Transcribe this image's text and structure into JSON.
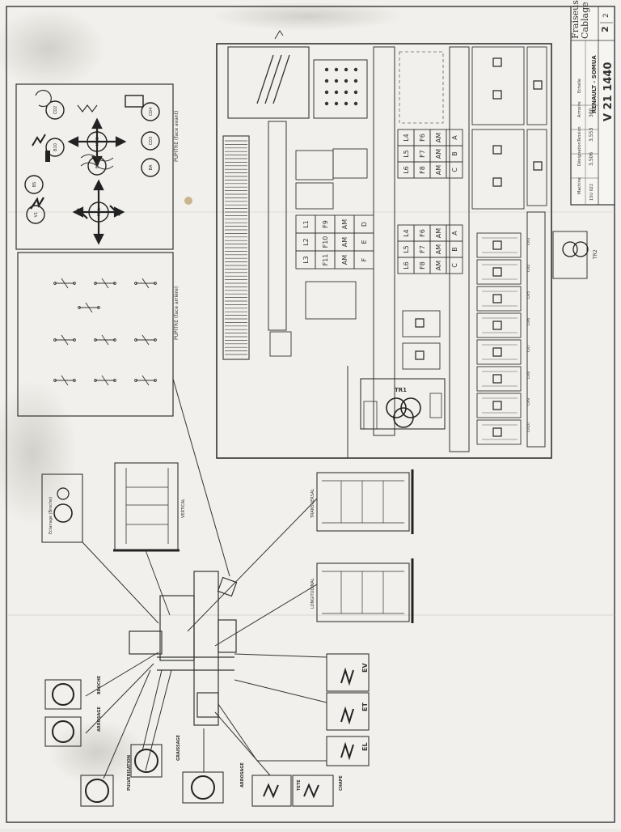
{
  "title_block": {
    "company": "RENAULT - SOMUA",
    "drawing_number": "V 21 1440",
    "sheet_num": "2",
    "sheet_total": "2",
    "subtitle_line1": "Fraiseuse Entretien Universelle",
    "subtitle_line2": "Cablage armoire et machine",
    "row1": "Machine",
    "row2": "Désignation",
    "row3": "Tension",
    "row4": "Armoire",
    "row5": "Echelle",
    "val1": "3,506",
    "val2": "3,553",
    "val3": "380",
    "code": "1SU 022"
  },
  "panels": {
    "pupitre_face": "PUPITRE (face avant)",
    "pupitre_back": "PUPITRE (face arrière)",
    "vertical": "VERTICAL",
    "transversal": "TRANSVERSAL",
    "longitudinal": "LONGITUDINAL",
    "eclairage": "Eclairage (Broche)",
    "broche": "BROCHE",
    "graissage": "GRAISSAGE",
    "arrosage": "ARROSAGE",
    "pulverisation": "PULVERISATION",
    "tete": "TETE",
    "chape": "CHAPE",
    "transfo_main": "TR1",
    "transfo_2": "TR2"
  },
  "pupitre_buttons": [
    {
      "id": "v1",
      "label": "V1"
    },
    {
      "id": "bs",
      "label": "BS"
    },
    {
      "id": "bio",
      "label": "B10"
    },
    {
      "id": "mal",
      "label": "MAL"
    },
    {
      "id": "b2",
      "label": "B2"
    },
    {
      "id": "msc",
      "label": "MSC"
    },
    {
      "id": "ba",
      "label": "BA"
    },
    {
      "id": "cd3",
      "label": "CD3"
    },
    {
      "id": "cd2",
      "label": "CD2"
    },
    {
      "id": "cd4",
      "label": "CD4"
    }
  ],
  "terminal_rows": [
    [
      "L1",
      "F9",
      "AM",
      "D"
    ],
    [
      "L2",
      "F10",
      "AM",
      "E"
    ],
    [
      "L3",
      "F11",
      "AM",
      "F"
    ]
  ],
  "terminal_grid_a": [
    [
      "L4",
      "F6",
      "AM",
      "A"
    ],
    [
      "L5",
      "F7",
      "AM",
      "B"
    ],
    [
      "L6",
      "F8",
      "AM",
      "C"
    ]
  ],
  "contactor_labels": [
    "CR3",
    "CR4",
    "CR5",
    "CR6",
    "CR7",
    "CR8",
    "CR9",
    "CR10"
  ],
  "motor_boxes": [
    {
      "label": "EV"
    },
    {
      "label": "ET"
    },
    {
      "label": "EL"
    }
  ]
}
